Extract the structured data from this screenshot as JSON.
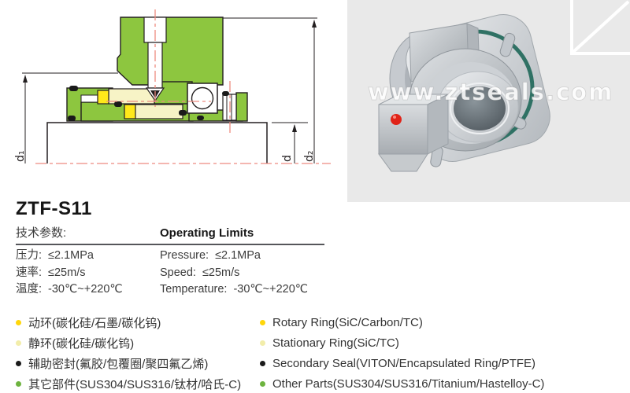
{
  "product": {
    "model": "ZTF-S11"
  },
  "drawing": {
    "dim_labels": {
      "d1": "d₁",
      "d": "d",
      "d2": "d₂"
    },
    "colors": {
      "body_green": "#8dc63f",
      "ring_cream": "#f7f3c6",
      "ring_yellow": "#ffe81a",
      "centerline_red": "#ed8b80"
    }
  },
  "photo": {
    "watermark": "www.ztseals.com",
    "background": "#e9e9e9",
    "gasket_green": "#2f7164",
    "dot_red": "#e02318"
  },
  "specs": {
    "cn_title": "技术参数:",
    "en_title": "Operating Limits",
    "cn_rows": [
      {
        "label": "压力:",
        "value": "≤2.1MPa"
      },
      {
        "label": "速率:",
        "value": "≤25m/s"
      },
      {
        "label": "温度:",
        "value": "-30℃~+220℃"
      }
    ],
    "en_rows": [
      {
        "label": "Pressure:",
        "value": "≤2.1MPa"
      },
      {
        "label": "Speed:",
        "value": "≤25m/s"
      },
      {
        "label": "Temperature:",
        "value": "-30℃~+220℃"
      }
    ]
  },
  "materials": {
    "cn": [
      {
        "text": "动环(碳化硅/石墨/碳化钨)",
        "bullet": "#ffd60a"
      },
      {
        "text": "静环(碳化硅/碳化钨)",
        "bullet": "#f2edaa"
      },
      {
        "text": "辅助密封(氟胶/包覆圈/聚四氟乙烯)",
        "bullet": "#1a1a1a"
      },
      {
        "text": "其它部件(SUS304/SUS316/钛材/哈氏-C)",
        "bullet": "#6db33f"
      }
    ],
    "en": [
      {
        "text": "Rotary Ring(SiC/Carbon/TC)",
        "bullet": "#ffd60a"
      },
      {
        "text": "Stationary Ring(SiC/TC)",
        "bullet": "#f2edaa"
      },
      {
        "text": "Secondary Seal(VITON/Encapsulated Ring/PTFE)",
        "bullet": "#1a1a1a"
      },
      {
        "text": "Other Parts(SUS304/SUS316/Titanium/Hastelloy-C)",
        "bullet": "#6db33f"
      }
    ]
  }
}
